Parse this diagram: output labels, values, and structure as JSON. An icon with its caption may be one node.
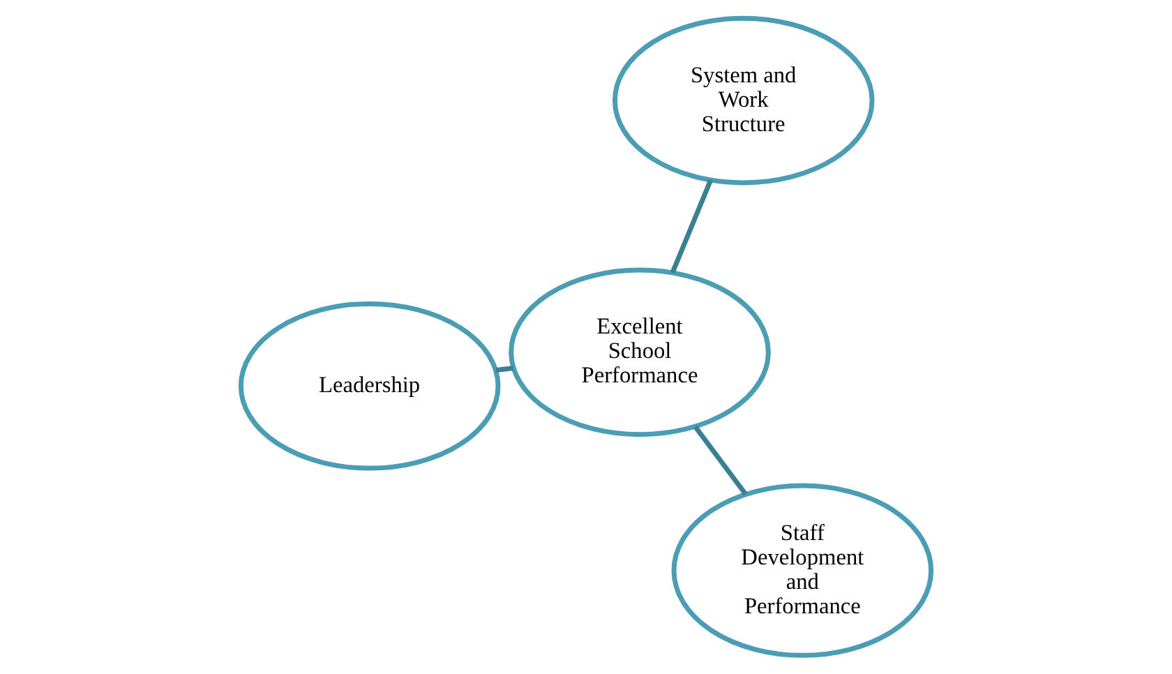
{
  "diagram": {
    "nodes": [
      {
        "text": [
          "Leadership"
        ]
      },
      {
        "text": [
          "Excellent School Performance"
        ]
      },
      {
        "text": [
          "Staff Development and Performance"
        ]
      },
      {
        "text": [
          "System and Work Structure"
        ]
      }
    ],
    "edges": [
      {
        "from": 1,
        "to": 0,
        "arrow": "none"
      },
      {
        "from": 1,
        "to": 2,
        "arrow": "none"
      },
      {
        "from": 1,
        "to": 3,
        "arrow": "none"
      }
    ]
  }
}
